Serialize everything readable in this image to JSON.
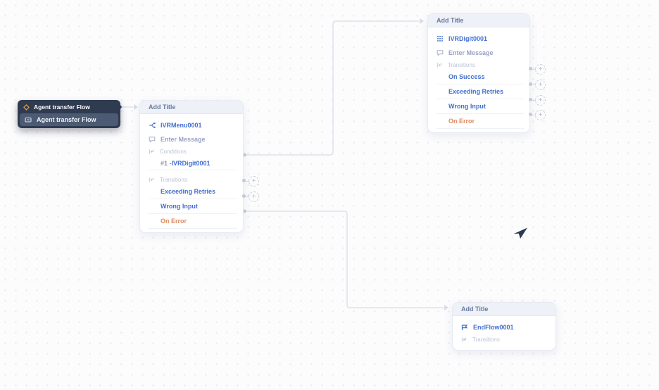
{
  "ui": {
    "plus": "+"
  },
  "colors": {
    "accent_blue": "#436fce",
    "muted_blue": "#99a2c6",
    "section_gray": "#bcc3d6",
    "error_orange": "#dd8a62",
    "header_text": "#697b9f",
    "wire": "#d8dce5",
    "node_dark": "#2f3b50",
    "node_selected": "#4c5a73"
  },
  "start_node": {
    "title": "Agent transfer Flow",
    "item": "Agent transfer Flow"
  },
  "node_menu": {
    "title": "Add Title",
    "name": "IVRMenu0001",
    "message_label": "Enter Message",
    "conditions_label": "Conditions",
    "condition_1": {
      "prefix": "#1 - ",
      "name": "IVRDigit0001"
    },
    "transitions_label": "Transitions",
    "transitions": [
      "Exceeding Retries",
      "Wrong Input",
      "On Error"
    ]
  },
  "node_digit": {
    "title": "Add Title",
    "name": "IVRDigit0001",
    "message_label": "Enter Message",
    "transitions_label": "Transitions",
    "transitions": [
      "On Success",
      "Exceeding Retries",
      "Wrong Input",
      "On Error"
    ]
  },
  "node_end": {
    "title": "Add Title",
    "name": "EndFlow0001",
    "transitions_label": "Transitions"
  }
}
